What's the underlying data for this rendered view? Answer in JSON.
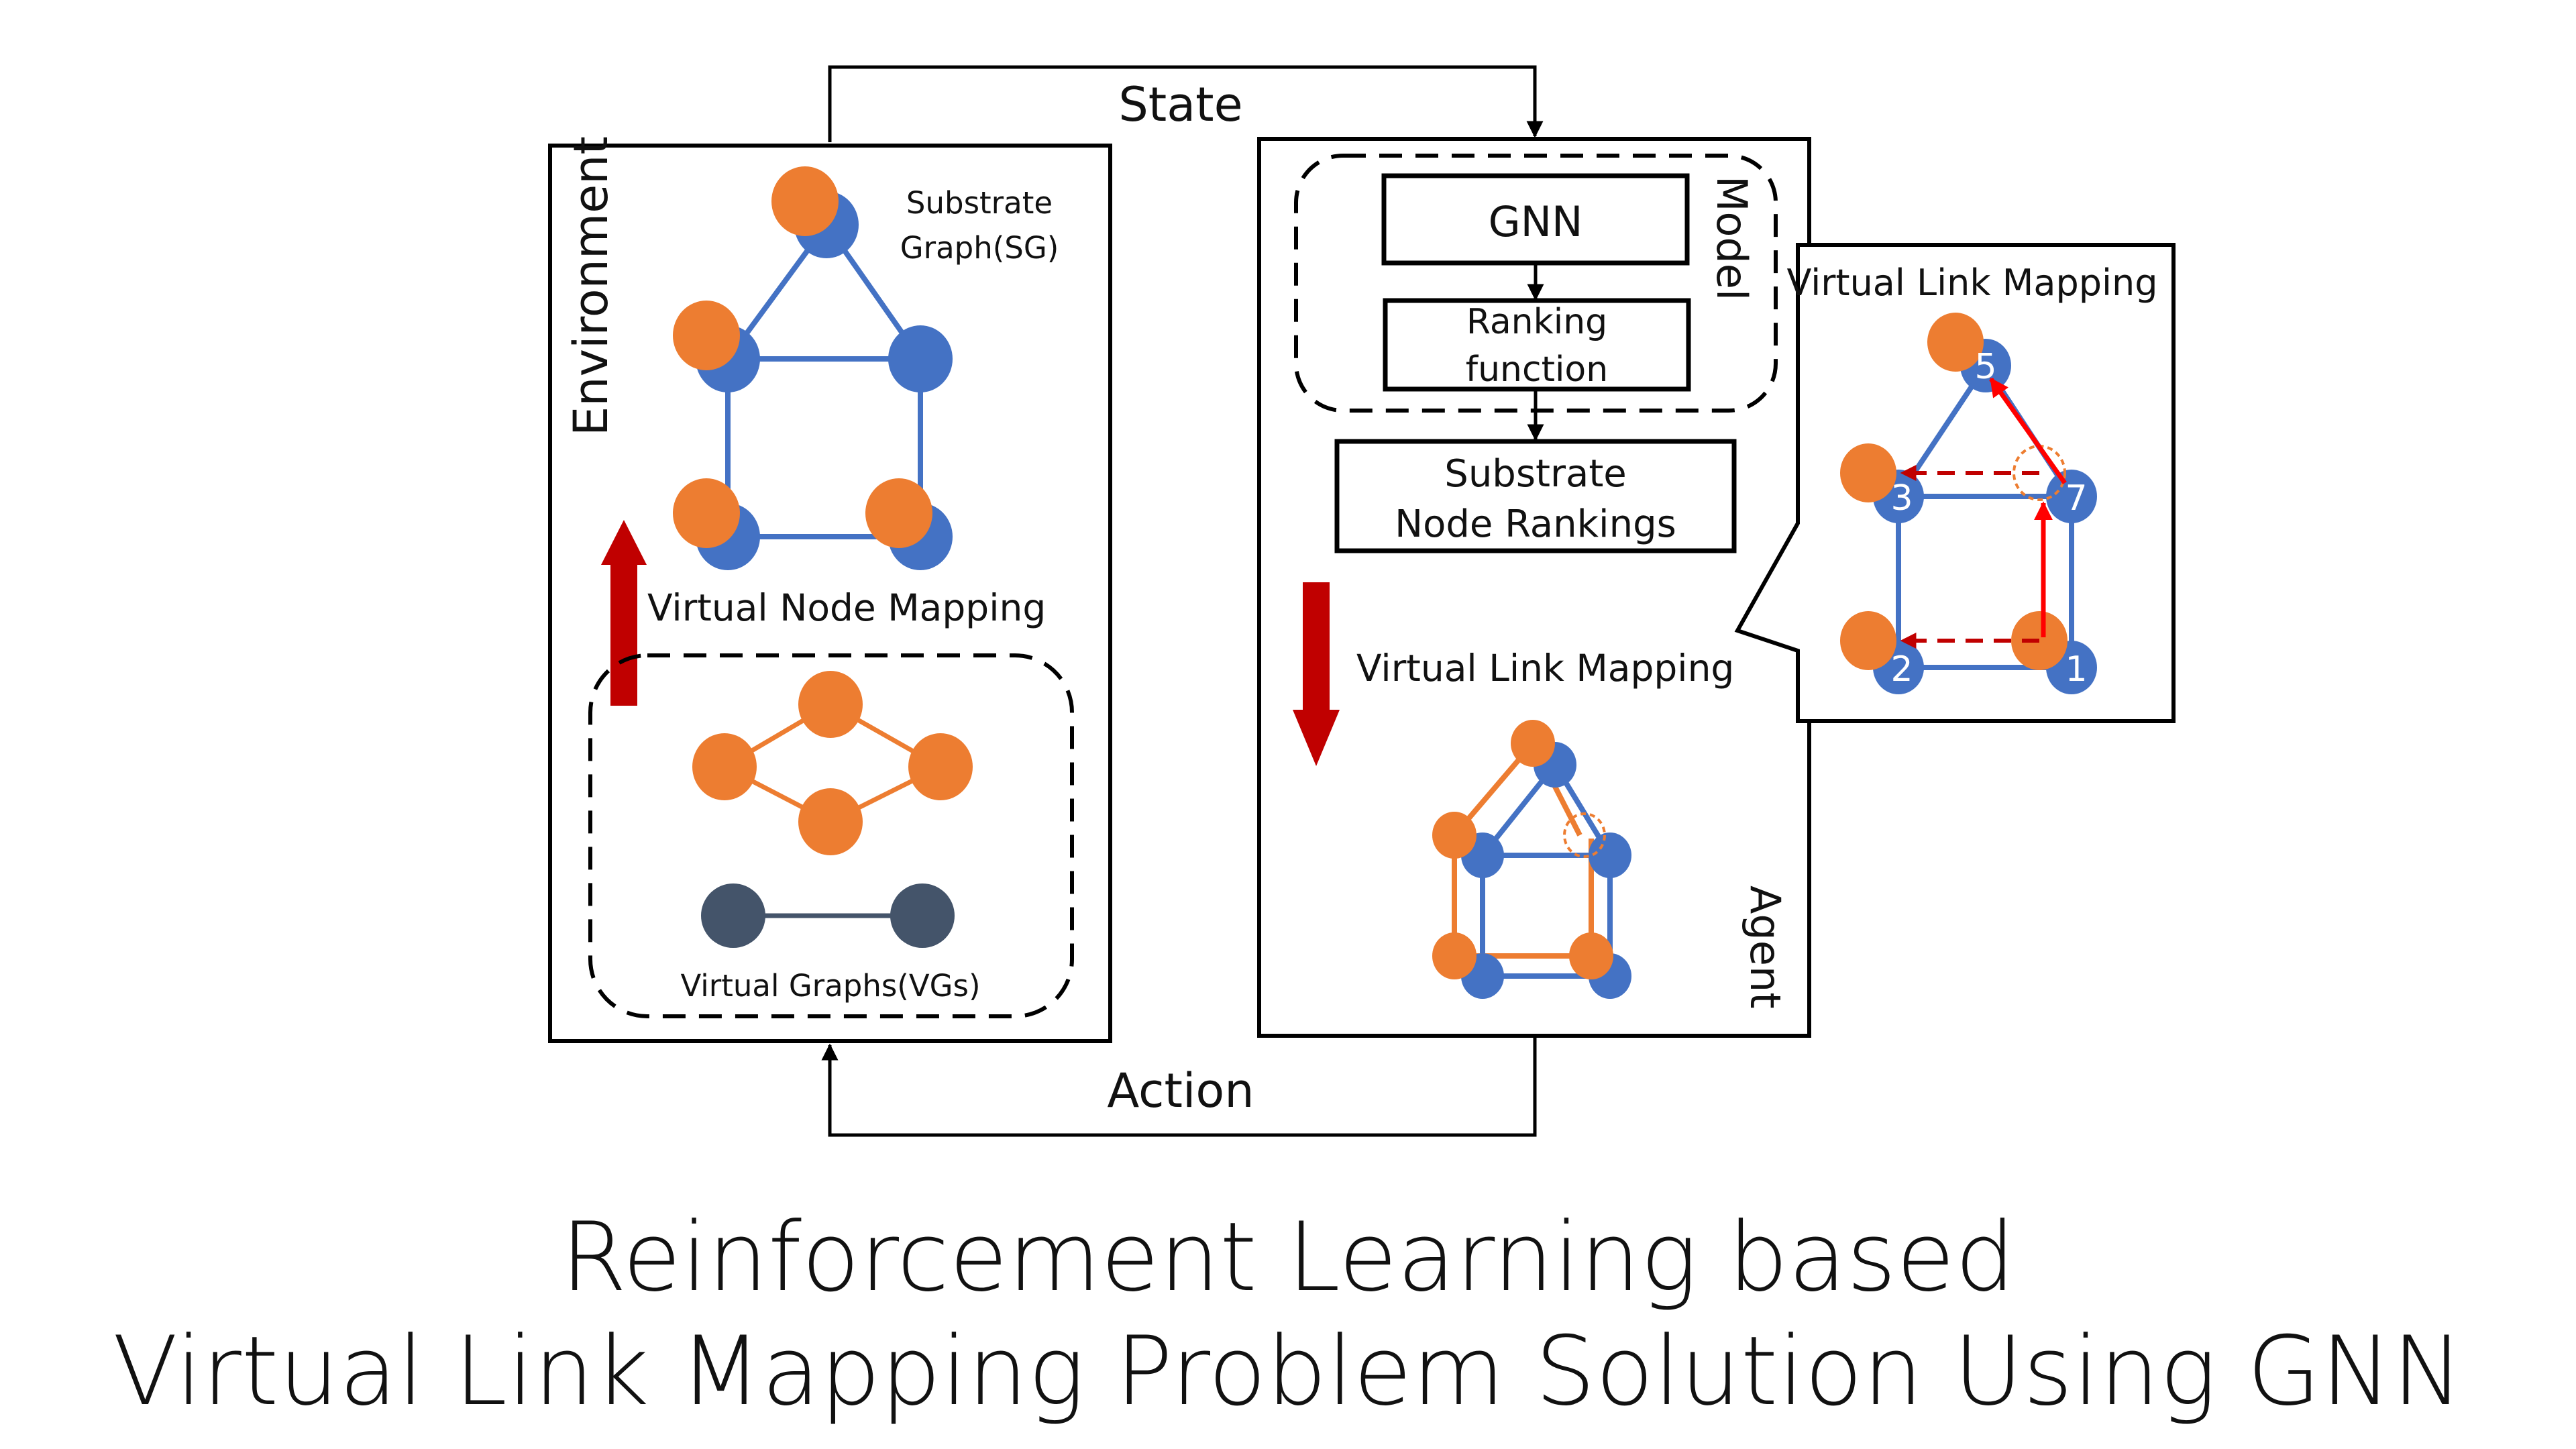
{
  "labels": {
    "state": "State",
    "action": "Action",
    "environment": "Environment",
    "substrate_graph": [
      "Substrate",
      "Graph(SG)"
    ],
    "virtual_node_mapping": "Virtual  Node Mapping",
    "virtual_graphs": "Virtual Graphs(VGs)",
    "model": "Model",
    "gnn": "GNN",
    "ranking_function": [
      "Ranking",
      "function"
    ],
    "substrate_node_rankings": [
      "Substrate",
      "Node Rankings"
    ],
    "virtual_link_mapping": "Virtual Link Mapping",
    "agent": "Agent",
    "callout_title": "Virtual Link Mapping",
    "callout_node_ids": [
      "5",
      "3",
      "7",
      "2",
      "1"
    ]
  },
  "title": {
    "line1": "Reinforcement Learning based",
    "line2": "Virtual Link Mapping Problem Solution Using GNN"
  },
  "colors": {
    "substrate_node": "#4472C4",
    "virtual_node": "#ED7D31",
    "virtual_node_dark": "#44546A",
    "mapping_arrow": "#C00000",
    "link_red": "#FF0000",
    "stroke": "#000000"
  }
}
